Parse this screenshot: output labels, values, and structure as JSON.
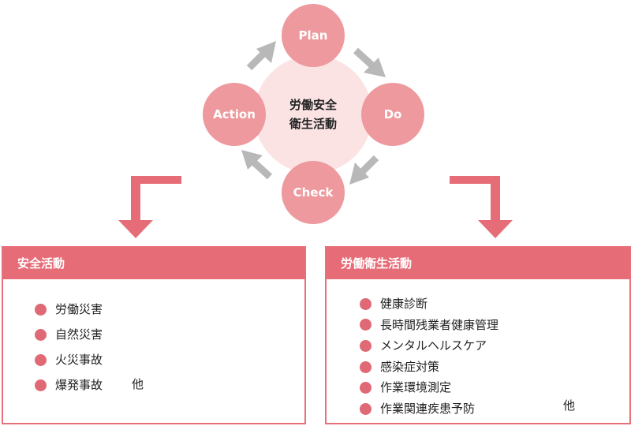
{
  "cycle": {
    "center_line1": "労働安全",
    "center_line2": "衛生活動",
    "plan": "Plan",
    "do": "Do",
    "check": "Check",
    "action": "Action"
  },
  "left_panel": {
    "title": "安全活動",
    "items": [
      "労働災害",
      "自然災害",
      "火災事故",
      "爆発事故"
    ],
    "etc": "他"
  },
  "right_panel": {
    "title": "労働衛生活動",
    "items": [
      "健康診断",
      "長時間残業者健康管理",
      "メンタルヘルスケア",
      "感染症対策",
      "作業環境測定",
      "作業関連疾患予防"
    ],
    "etc": "他"
  },
  "colors": {
    "node": "#ee999d",
    "center": "#fbe3e4",
    "cycle_arrow": "#b8b8b8",
    "flow_arrow": "#e66c77",
    "header": "#e66c77"
  }
}
